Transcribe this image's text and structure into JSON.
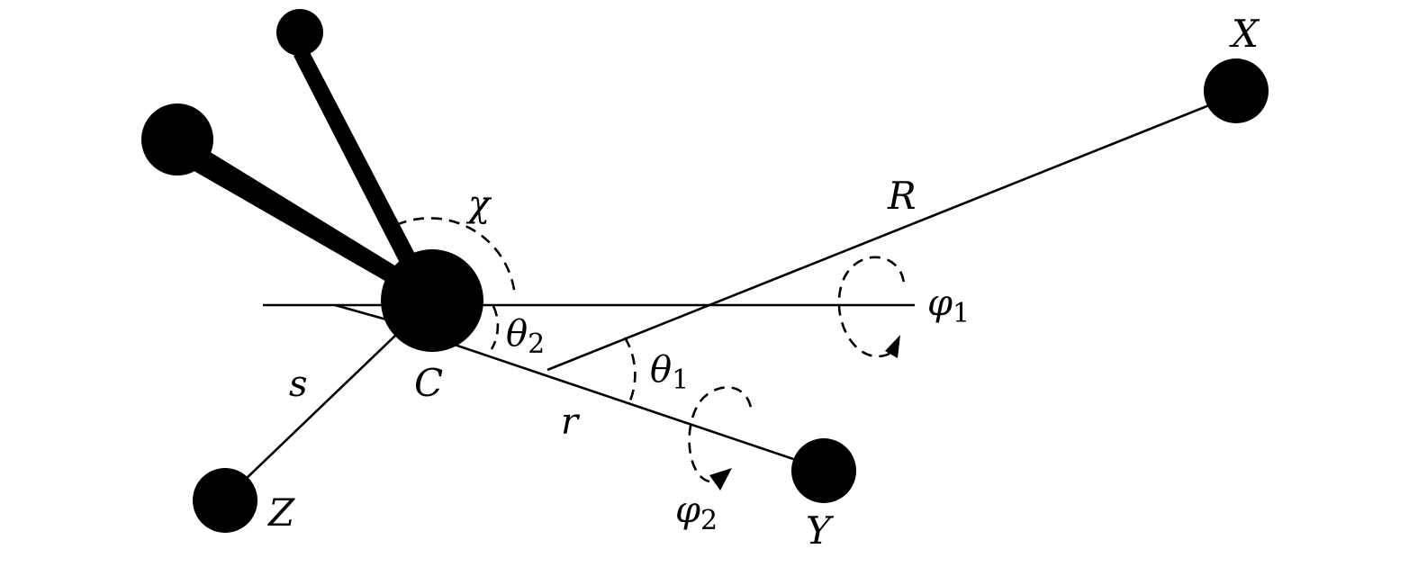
{
  "labels": {
    "center": "C",
    "x_atom": "X",
    "y_atom": "Y",
    "z_atom": "Z",
    "big_r": "R",
    "small_r": "r",
    "s": "s",
    "chi": "χ",
    "theta1": {
      "base": "θ",
      "sub": "1"
    },
    "theta2": {
      "base": "θ",
      "sub": "2"
    },
    "phi1": {
      "base": "φ",
      "sub": "1"
    },
    "phi2": {
      "base": "φ",
      "sub": "2"
    }
  },
  "colors": {
    "ink": "#000000",
    "background": "#ffffff"
  }
}
